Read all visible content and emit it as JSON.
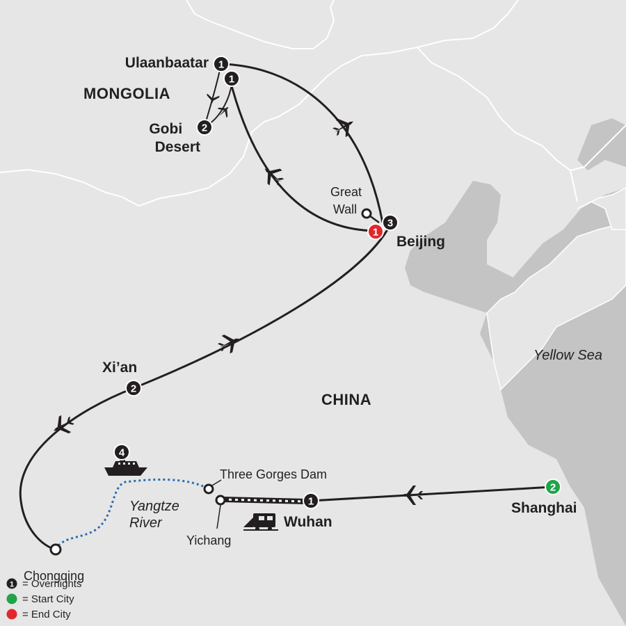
{
  "map": {
    "colors": {
      "land": "#e6e6e6",
      "sea": "#c4c4c4",
      "border": "#ffffff",
      "route": "#231f20",
      "river_route": "#2a6db4",
      "start": "#21a34a",
      "end": "#e3262b",
      "marker": "#231f20"
    },
    "countries": {
      "mongolia": "MONGOLIA",
      "china": "CHINA"
    },
    "water": {
      "yellow_sea": "Yellow Sea",
      "yangtze": "Yangtze\nRiver"
    },
    "cities": {
      "ulaanbaatar": {
        "name": "Ulaanbaatar",
        "nights": "1"
      },
      "ulaanbaatar_2": {
        "nights": "1"
      },
      "gobi": {
        "name": "Gobi\nDesert",
        "nights": "2"
      },
      "great_wall": {
        "name": "Great\nWall"
      },
      "beijing": {
        "name": "Beijing",
        "nights": "3",
        "end_nights": "1"
      },
      "xian": {
        "name": "Xi’an",
        "nights": "2"
      },
      "cruise": {
        "nights": "4"
      },
      "three_gorges": {
        "name": "Three Gorges Dam"
      },
      "yichang": {
        "name": "Yichang"
      },
      "wuhan": {
        "name": "Wuhan",
        "nights": "1"
      },
      "shanghai": {
        "name": "Shanghai",
        "nights": "2"
      },
      "chongqing": {
        "name": "Chongqing"
      }
    },
    "legend": {
      "sample_number": "1",
      "overnights": "= Overnights",
      "start_city": "= Start City",
      "end_city": "= End City"
    },
    "icons": [
      "airplane-icon",
      "ship-icon",
      "train-icon"
    ]
  }
}
